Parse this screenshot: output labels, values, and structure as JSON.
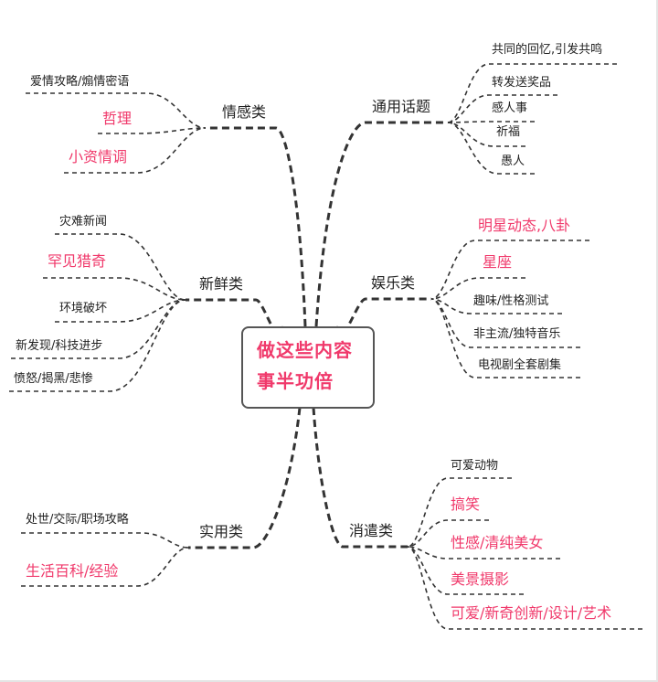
{
  "colors": {
    "highlight": "#f0396b",
    "normal": "#222222",
    "line": "#333333"
  },
  "center": {
    "line1": "做这些内容",
    "line2": "事半功倍"
  },
  "branches": [
    {
      "label": "情感类",
      "leaves": [
        {
          "text": "爱情攻略/煽情密语",
          "highlight": false
        },
        {
          "text": "哲理",
          "highlight": true
        },
        {
          "text": "小资情调",
          "highlight": true
        }
      ]
    },
    {
      "label": "新鲜类",
      "leaves": [
        {
          "text": "灾难新闻",
          "highlight": false
        },
        {
          "text": "罕见猎奇",
          "highlight": true
        },
        {
          "text": "环境破坏",
          "highlight": false
        },
        {
          "text": "新发现/科技进步",
          "highlight": false
        },
        {
          "text": "愤怒/揭黑/悲惨",
          "highlight": false
        }
      ]
    },
    {
      "label": "通用话题",
      "leaves": [
        {
          "text": "共同的回忆,引发共鸣",
          "highlight": false
        },
        {
          "text": "转发送奖品",
          "highlight": false
        },
        {
          "text": "感人事",
          "highlight": false
        },
        {
          "text": "祈福",
          "highlight": false
        },
        {
          "text": "愚人",
          "highlight": false
        }
      ]
    },
    {
      "label": "娱乐类",
      "leaves": [
        {
          "text": "明星动态,八卦",
          "highlight": true
        },
        {
          "text": "星座",
          "highlight": true
        },
        {
          "text": "趣味/性格测试",
          "highlight": false
        },
        {
          "text": "非主流/独特音乐",
          "highlight": false
        },
        {
          "text": "电视剧全套剧集",
          "highlight": false
        }
      ]
    },
    {
      "label": "实用类",
      "leaves": [
        {
          "text": "处世/交际/职场攻略",
          "highlight": false
        },
        {
          "text": "生活百科/经验",
          "highlight": true
        }
      ]
    },
    {
      "label": "消遣类",
      "leaves": [
        {
          "text": "可爱动物",
          "highlight": false
        },
        {
          "text": "搞笑",
          "highlight": true
        },
        {
          "text": "性感/清纯美女",
          "highlight": true
        },
        {
          "text": "美景摄影",
          "highlight": true
        },
        {
          "text": "可爱/新奇创新/设计/艺术",
          "highlight": true
        }
      ]
    }
  ]
}
